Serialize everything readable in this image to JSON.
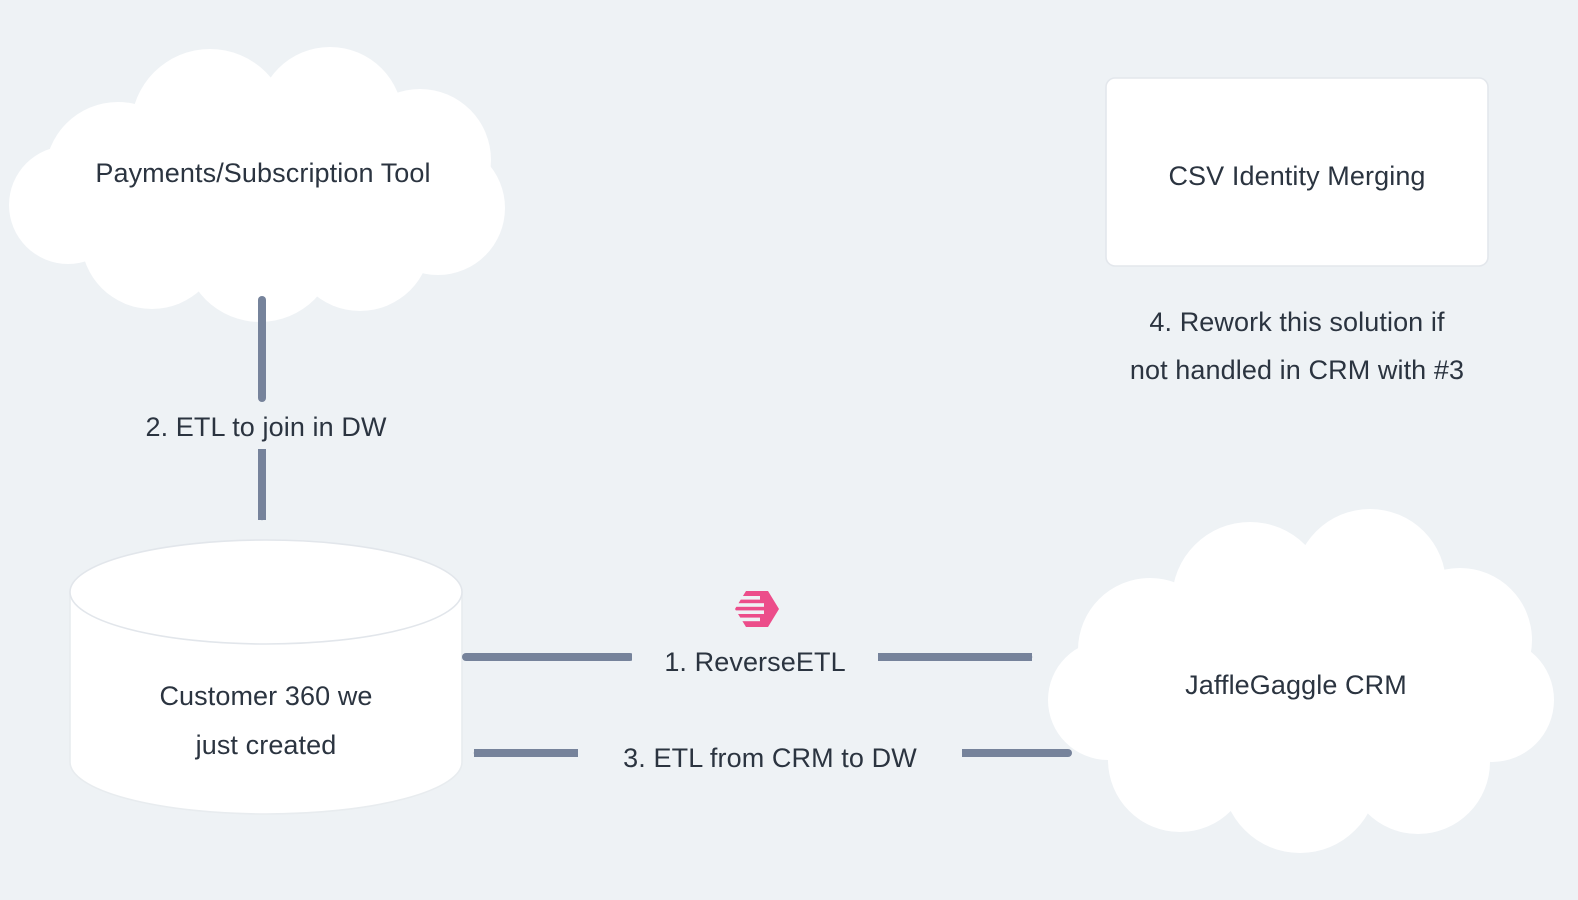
{
  "theme": {
    "background": "#eef2f5",
    "shape_fill": "#ffffff",
    "shape_stroke": "#e3e7ec",
    "text": "#2b3440",
    "edge": "#76839b",
    "accent_pink": "#ec4d8a"
  },
  "diagram": {
    "type": "flowchart",
    "nodes": [
      {
        "id": "payments",
        "shape": "cloud",
        "label": "Payments/Subscription Tool"
      },
      {
        "id": "csv_identity",
        "shape": "rounded-rectangle",
        "label": "CSV Identity Merging"
      },
      {
        "id": "warehouse",
        "shape": "cylinder",
        "label_line1": "Customer 360 we",
        "label_line2": "just created"
      },
      {
        "id": "crm",
        "shape": "cloud",
        "label": "JaffleGaggle CRM"
      }
    ],
    "edges": [
      {
        "id": "edge-reverse-etl",
        "from": "warehouse",
        "to": "crm",
        "direction": "right",
        "label": "1. ReverseETL"
      },
      {
        "id": "edge-etl-join",
        "from": "payments",
        "to": "warehouse",
        "direction": "down",
        "label": "2. ETL to join in DW"
      },
      {
        "id": "edge-etl-from-crm",
        "from": "crm",
        "to": "warehouse",
        "direction": "left",
        "label": "3. ETL from CRM to DW"
      }
    ],
    "annotations": [
      {
        "id": "rework-note",
        "line1": "4. Rework this solution if",
        "line2": "not handled in CRM with #3"
      }
    ],
    "badges": [
      {
        "id": "dbt-logo",
        "name": "dbt-logo-icon",
        "color": "#ec4d8a"
      }
    ]
  }
}
